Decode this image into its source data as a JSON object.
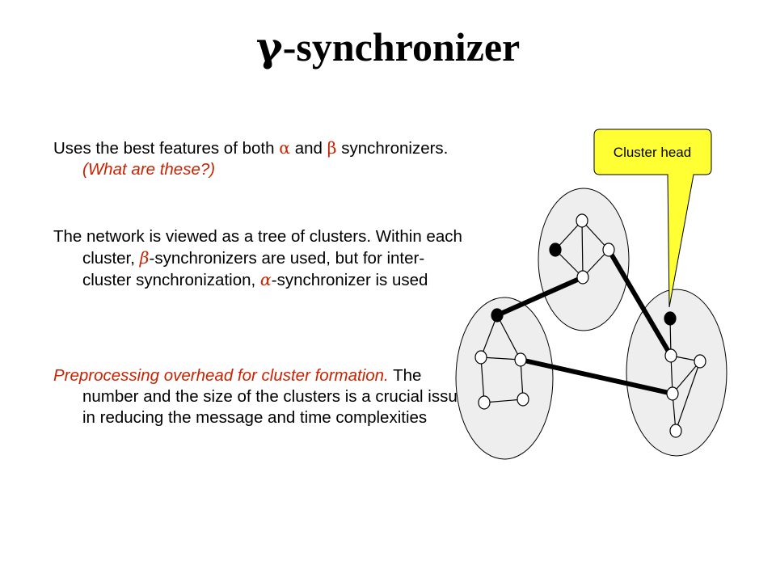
{
  "slide": {
    "title_symbol": "γ",
    "title_text": "-synchronizer"
  },
  "bullets": [
    {
      "text1": "Uses the best features of both ",
      "alpha": "α",
      "text2": " and ",
      "beta": "β",
      "text3": " synchronizers. ",
      "question": "(What are these?)"
    },
    {
      "text1": "The network is viewed as a tree of clusters. Within each cluster, ",
      "beta": "β",
      "text2": "-synchronizers are used, but for inter-cluster synchronization, ",
      "alpha": "α",
      "text3": "-synchronizer is used"
    },
    {
      "highlight": "Preprocessing overhead for cluster formation.",
      "text": " The number and the size of the clusters is a crucial issue in reducing the message and time complexities"
    }
  ],
  "diagram": {
    "callout_label": "Cluster head",
    "colors": {
      "callout_fill": "#ffff33",
      "cluster_fill": "#eeeeee",
      "edge": "#000000",
      "node_fill": "#ffffff",
      "head_fill": "#000000"
    }
  }
}
